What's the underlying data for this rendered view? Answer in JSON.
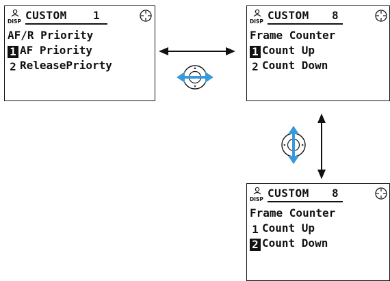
{
  "colors": {
    "ink": "#111111",
    "accent": "#3a9ad9",
    "screen_bg": "#ffffff"
  },
  "screens": [
    {
      "id": "custom-1",
      "header_title": "CUSTOM",
      "header_number": "1",
      "title": "AF/R Priority",
      "options": [
        {
          "number": "1",
          "label": "AF Priority",
          "selected": true
        },
        {
          "number": "2",
          "label": "ReleasePriorty",
          "selected": false
        }
      ]
    },
    {
      "id": "custom-8-a",
      "header_title": "CUSTOM",
      "header_number": "8",
      "title": "Frame Counter",
      "options": [
        {
          "number": "1",
          "label": "Count Up",
          "selected": true
        },
        {
          "number": "2",
          "label": "Count Down",
          "selected": false
        }
      ]
    },
    {
      "id": "custom-8-b",
      "header_title": "CUSTOM",
      "header_number": "8",
      "title": "Frame Counter",
      "options": [
        {
          "number": "1",
          "label": "Count Up",
          "selected": false
        },
        {
          "number": "2",
          "label": "Count Down",
          "selected": true
        }
      ]
    }
  ],
  "controls": [
    {
      "icon": "dpad-left-right-icon",
      "direction": "horizontal"
    },
    {
      "icon": "dpad-up-down-icon",
      "direction": "vertical"
    }
  ],
  "icons": {
    "display": "disp-icon",
    "selector": "crosshair-icon"
  }
}
